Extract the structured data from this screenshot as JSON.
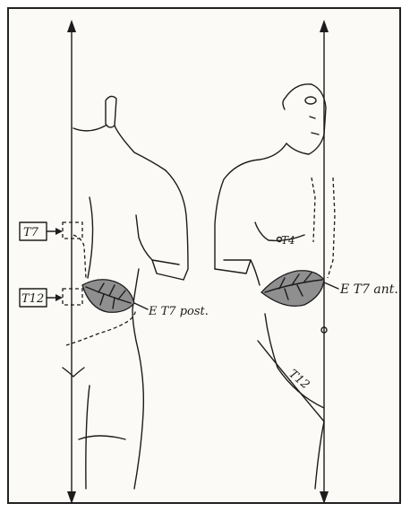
{
  "labels": {
    "t7_box": "T7",
    "t12_box": "T12",
    "post_label": "E T7 post.",
    "ant_label": "E T7 ant.",
    "t4_label": "T4",
    "t12_diag": "T12"
  },
  "colors": {
    "ink": "#1c1c1c",
    "leaf_fill": "#8f8f8f",
    "paper": "#fbfaf6"
  }
}
